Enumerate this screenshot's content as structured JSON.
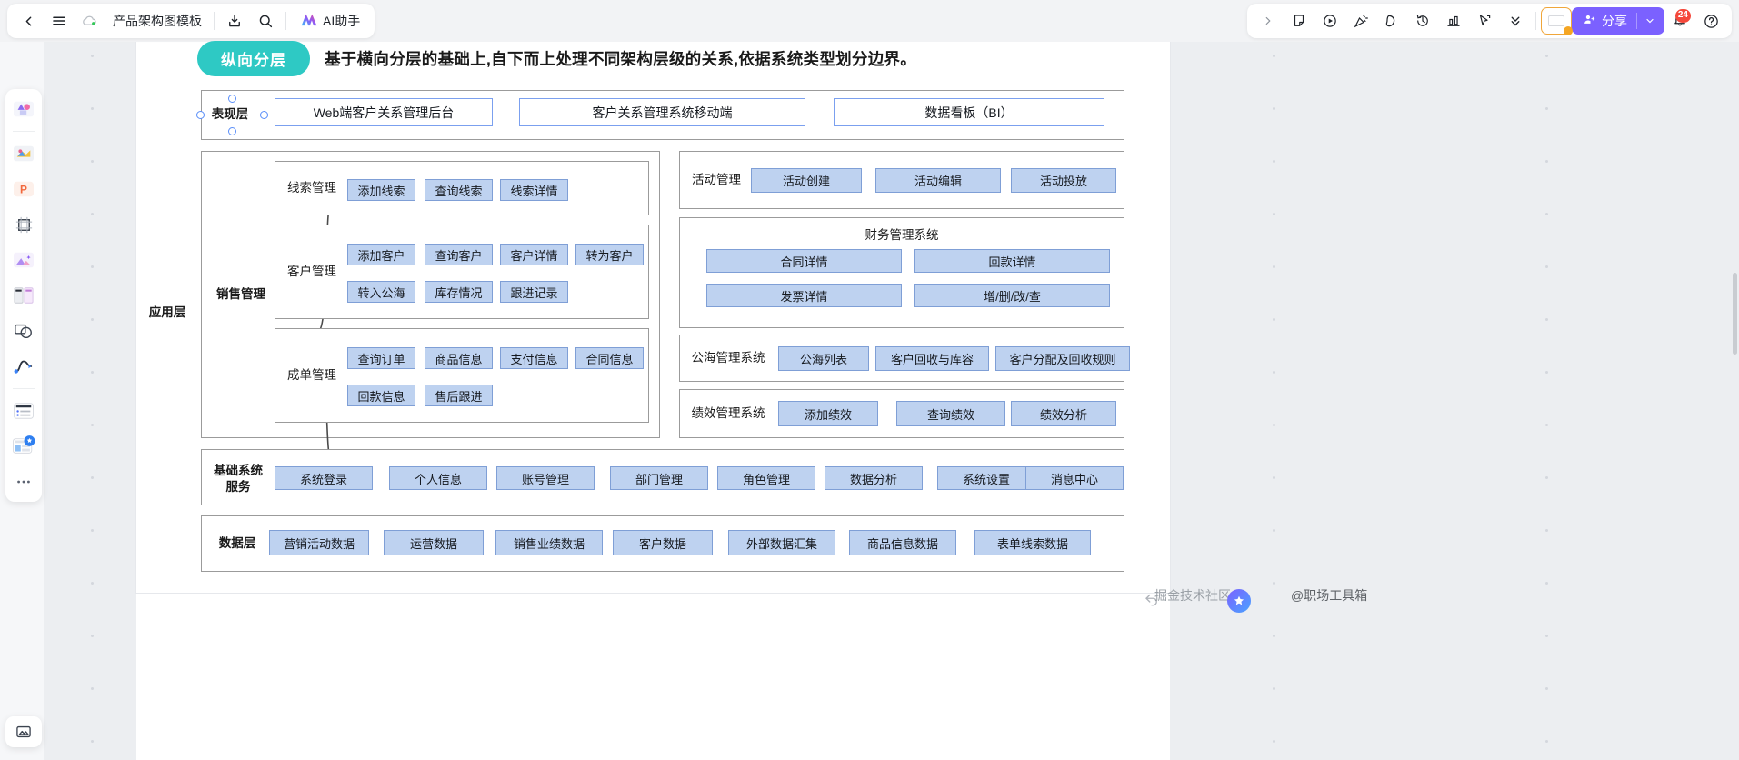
{
  "app": {
    "doc_title": "产品架构图模板",
    "ai_button": "AI助手",
    "share_button": "分享",
    "notification_count": "24"
  },
  "toolbar_left_icons": [
    "back-icon",
    "menu-icon",
    "cloud-saved-icon",
    "download-icon",
    "search-icon",
    "ai-sparkle-icon"
  ],
  "toolbar_right_icons": [
    "expand-chevron-icon",
    "sticky-note-icon",
    "play-circle-icon",
    "confetti-icon",
    "comment-icon",
    "history-icon",
    "chart-icon",
    "cursor-select-icon",
    "double-chevron-down-icon",
    "avatar-icon",
    "bell-icon",
    "help-icon"
  ],
  "rail_items": [
    {
      "name": "shapes-library-icon"
    },
    {
      "name": "templates-icon"
    },
    {
      "name": "ppt-export-icon"
    },
    {
      "name": "frame-icon"
    },
    {
      "name": "image-icon"
    },
    {
      "name": "layout-icon"
    },
    {
      "name": "shape-combine-icon"
    },
    {
      "name": "curve-pen-icon"
    },
    {
      "name": "list-icon"
    },
    {
      "name": "ai-widget-icon"
    }
  ],
  "diagram": {
    "banner": {
      "pill": "纵向分层",
      "text": "基于横向分层的基础上,自下而上处理不同架构层级的关系,依据系统类型划分边界。"
    },
    "presentation_layer": {
      "label": "表现层",
      "items": [
        "Web端客户关系管理后台",
        "客户关系管理系统移动端",
        "数据看板（BI）"
      ]
    },
    "application_layer": {
      "label": "应用层",
      "sales": {
        "label": "销售管理",
        "groups": [
          {
            "label": "线索管理",
            "rows": [
              [
                "添加线索",
                "查询线索",
                "线索详情"
              ]
            ]
          },
          {
            "label": "客户管理",
            "rows": [
              [
                "添加客户",
                "查询客户",
                "客户详情",
                "转为客户"
              ],
              [
                "转入公海",
                "库存情况",
                "跟进记录"
              ]
            ]
          },
          {
            "label": "成单管理",
            "rows": [
              [
                "查询订单",
                "商品信息",
                "支付信息",
                "合同信息"
              ],
              [
                "回款信息",
                "售后跟进"
              ]
            ]
          }
        ]
      },
      "right_blocks": [
        {
          "label": "活动管理",
          "type": "inline",
          "items": [
            "活动创建",
            "活动编辑",
            "活动投放"
          ]
        },
        {
          "label": "财务管理系统",
          "type": "titled",
          "items": [
            "合同详情",
            "回款详情",
            "发票详情",
            "增/删/改/查"
          ]
        },
        {
          "label": "公海管理系统",
          "type": "inline",
          "items": [
            "公海列表",
            "客户回收与库容",
            "客户分配及回收规则"
          ]
        },
        {
          "label": "绩效管理系统",
          "type": "inline",
          "items": [
            "添加绩效",
            "查询绩效",
            "绩效分析"
          ]
        }
      ]
    },
    "base_service_layer": {
      "label": "基础系统\n服务",
      "label_line1": "基础系统",
      "label_line2": "服务",
      "items": [
        "系统登录",
        "个人信息",
        "账号管理",
        "部门管理",
        "角色管理",
        "数据分析",
        "系统设置",
        "消息中心"
      ]
    },
    "data_layer": {
      "label": "数据层",
      "items": [
        "营销活动数据",
        "运营数据",
        "销售业绩数据",
        "客户数据",
        "外部数据汇集",
        "商品信息数据",
        "表单线索数据"
      ]
    }
  },
  "watermark": {
    "left": "掘金技术社区",
    "right": "@职场工具箱"
  },
  "colors": {
    "accent": "#7b61ff",
    "pill": "#2ec9c4",
    "chip_fill": "#bed2f0",
    "chip_border": "#7f9fd6",
    "box_border": "#9b9b9b",
    "badge": "#f5483b"
  }
}
